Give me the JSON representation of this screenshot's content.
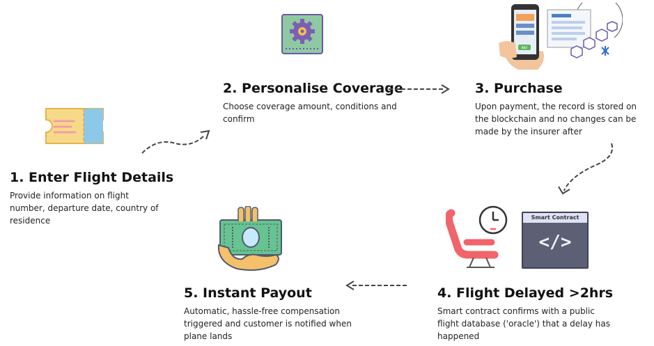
{
  "steps": [
    {
      "title": "1. Enter Flight Details",
      "desc": "Provide information on flight number, departure date, country of residence"
    },
    {
      "title": "2. Personalise Coverage",
      "desc": "Choose coverage amount, conditions and confirm"
    },
    {
      "title": "3. Purchase",
      "desc": "Upon payment, the record is stored on the blockchain and no changes can be made by the insurer after"
    },
    {
      "title": "4. Flight Delayed >2hrs",
      "desc": "Smart contract confirms with a public flight database ('oracle') that a delay has happened"
    },
    {
      "title": "5. Instant Payout",
      "desc": "Automatic, hassle-free compensation triggered and customer is notified when plane lands"
    }
  ],
  "smart_contract": {
    "label": "Smart Contract",
    "code": "</>"
  },
  "phone": {
    "pay_label": "PAY"
  },
  "icons": {
    "ticket": "ticket-icon",
    "coverage": "gear-settings-icon",
    "purchase": "phone-blockchain-icon",
    "delay": "seat-clock-icon",
    "payout": "hand-cash-icon"
  },
  "colors": {
    "ticket": "#f7d98a",
    "gear_bg": "#8fc9a4",
    "gear": "#7b5fb3",
    "seat": "#f1646b",
    "cash": "#67c391",
    "chip": "#5d5f74"
  }
}
